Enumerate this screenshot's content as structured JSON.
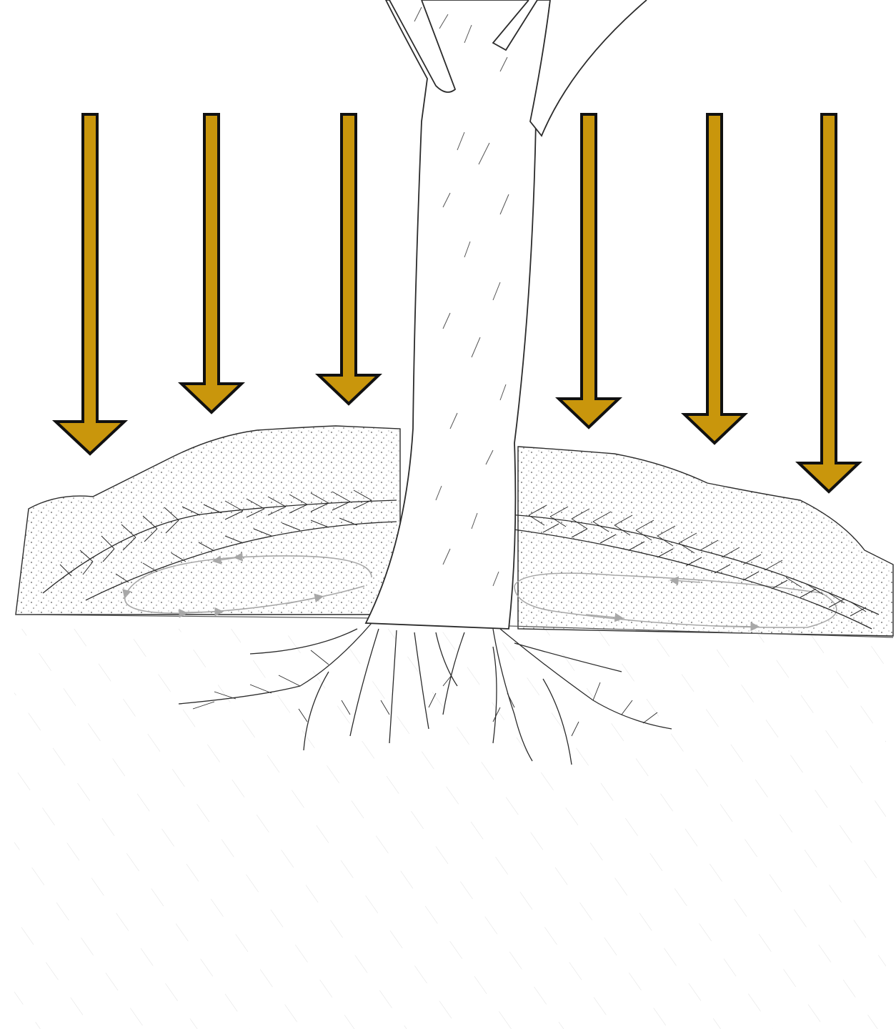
{
  "diagram": {
    "subject": "tree-with-surface-roots-under-soil-mound",
    "colors": {
      "arrow_fill": "#C9960C",
      "arrow_stroke": "#111111",
      "pencil": "#2b2b2b",
      "light_pencil": "#9a9a9a",
      "circulation_arrows": "#a8a8a8",
      "paper": "#ffffff"
    },
    "downward_arrow_count": 6,
    "icons": [
      "down-arrow-icon",
      "tree-trunk",
      "roots",
      "soil-mound",
      "circulation-loop"
    ]
  }
}
